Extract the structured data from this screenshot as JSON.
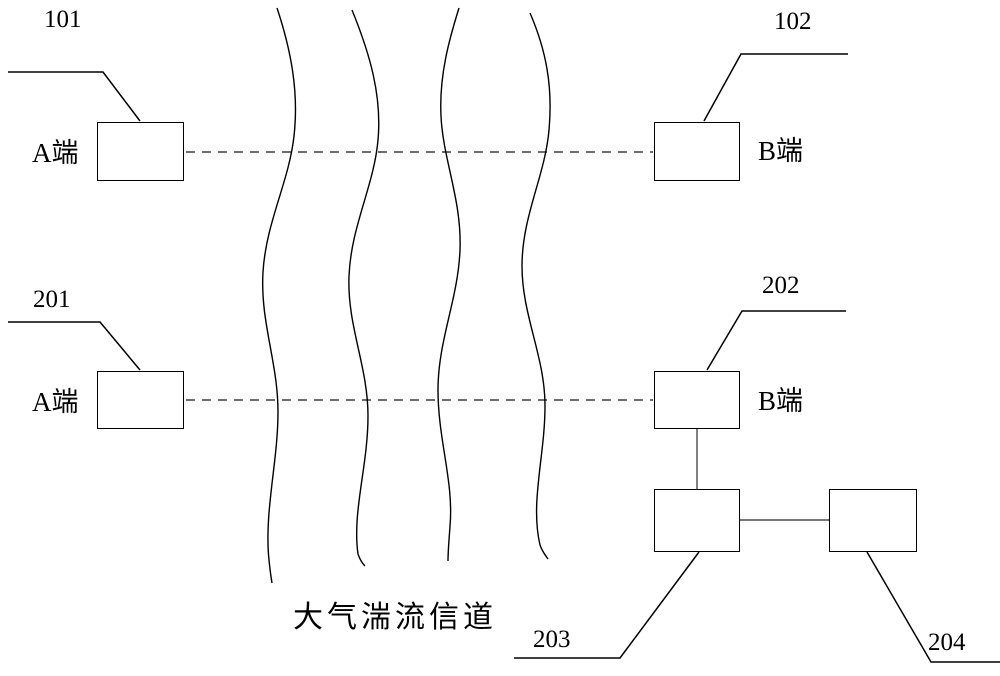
{
  "diagram": {
    "title_hint": "atmospheric turbulence channel link diagram",
    "channel_label": "大气湍流信道",
    "top_link": {
      "a_ref": "101",
      "a_label": "A端",
      "b_ref": "102",
      "b_label": "B端"
    },
    "bottom_link": {
      "a_ref": "201",
      "a_label": "A端",
      "b_ref": "202",
      "b_label": "B端",
      "box3_ref": "203",
      "box4_ref": "204"
    },
    "colors": {
      "line": "#000000",
      "dashed_line": "#3c3c3c",
      "connector_line": "#4a4a4a",
      "background": "#ffffff"
    }
  }
}
